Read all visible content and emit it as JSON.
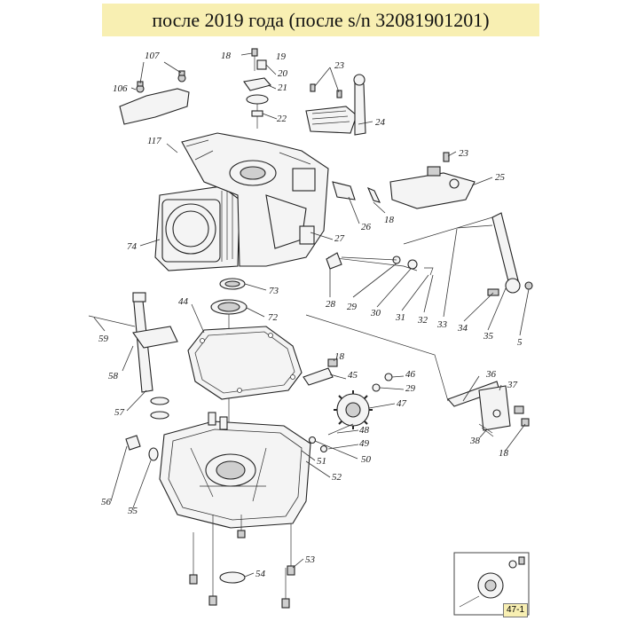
{
  "title": "после 2019 года (после s/n 32081901201)",
  "inset_label": "47-1",
  "labels": [
    {
      "id": "107",
      "text": "107"
    },
    {
      "id": "106",
      "text": "106"
    },
    {
      "id": "117",
      "text": "117"
    },
    {
      "id": "18a",
      "text": "18"
    },
    {
      "id": "19",
      "text": "19"
    },
    {
      "id": "20",
      "text": "20"
    },
    {
      "id": "21",
      "text": "21"
    },
    {
      "id": "22",
      "text": "22"
    },
    {
      "id": "23a",
      "text": "23"
    },
    {
      "id": "24",
      "text": "24"
    },
    {
      "id": "23b",
      "text": "23"
    },
    {
      "id": "25",
      "text": "25"
    },
    {
      "id": "18b",
      "text": "18"
    },
    {
      "id": "26",
      "text": "26"
    },
    {
      "id": "27",
      "text": "27"
    },
    {
      "id": "74",
      "text": "74"
    },
    {
      "id": "73",
      "text": "73"
    },
    {
      "id": "72",
      "text": "72"
    },
    {
      "id": "44",
      "text": "44"
    },
    {
      "id": "28",
      "text": "28"
    },
    {
      "id": "29a",
      "text": "29"
    },
    {
      "id": "30",
      "text": "30"
    },
    {
      "id": "31",
      "text": "31"
    },
    {
      "id": "32",
      "text": "32"
    },
    {
      "id": "33",
      "text": "33"
    },
    {
      "id": "34",
      "text": "34"
    },
    {
      "id": "35",
      "text": "35"
    },
    {
      "id": "5",
      "text": "5"
    },
    {
      "id": "59",
      "text": "59"
    },
    {
      "id": "58",
      "text": "58"
    },
    {
      "id": "57",
      "text": "57"
    },
    {
      "id": "18c",
      "text": "18"
    },
    {
      "id": "45",
      "text": "45"
    },
    {
      "id": "46",
      "text": "46"
    },
    {
      "id": "29b",
      "text": "29"
    },
    {
      "id": "47",
      "text": "47"
    },
    {
      "id": "36",
      "text": "36"
    },
    {
      "id": "37",
      "text": "37"
    },
    {
      "id": "48",
      "text": "48"
    },
    {
      "id": "49",
      "text": "49"
    },
    {
      "id": "50",
      "text": "50"
    },
    {
      "id": "51",
      "text": "51"
    },
    {
      "id": "52",
      "text": "52"
    },
    {
      "id": "38",
      "text": "38"
    },
    {
      "id": "18d",
      "text": "18"
    },
    {
      "id": "56",
      "text": "56"
    },
    {
      "id": "55",
      "text": "55"
    },
    {
      "id": "53",
      "text": "53"
    },
    {
      "id": "54",
      "text": "54"
    }
  ]
}
